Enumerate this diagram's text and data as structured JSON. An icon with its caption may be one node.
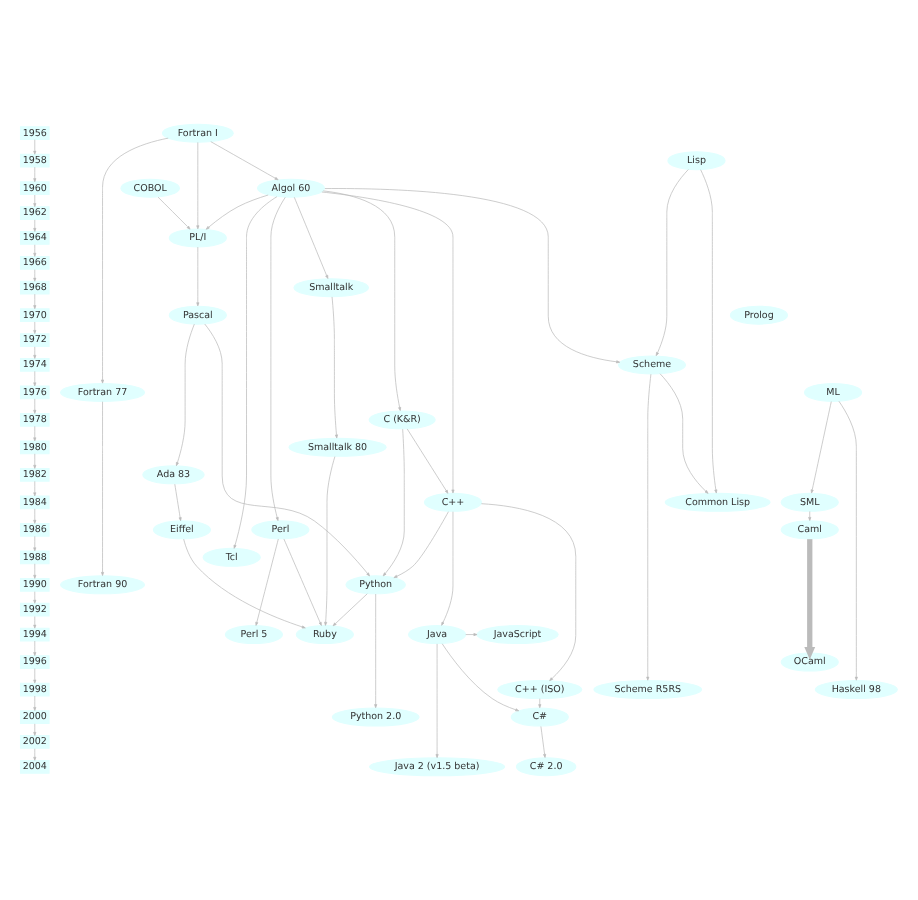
{
  "diagram": {
    "nodes": [
      {
        "text": [
          "1956"
        ]
      },
      {
        "text": [
          "1958"
        ]
      },
      {
        "text": [
          "1960"
        ]
      },
      {
        "text": [
          "1962"
        ]
      },
      {
        "text": [
          "1964"
        ]
      },
      {
        "text": [
          "1966"
        ]
      },
      {
        "text": [
          "1968"
        ]
      },
      {
        "text": [
          "1970"
        ]
      },
      {
        "text": [
          "1972"
        ]
      },
      {
        "text": [
          "1974"
        ]
      },
      {
        "text": [
          "1976"
        ]
      },
      {
        "text": [
          "1978"
        ]
      },
      {
        "text": [
          "1980"
        ]
      },
      {
        "text": [
          "1982"
        ]
      },
      {
        "text": [
          "1984"
        ]
      },
      {
        "text": [
          "1986"
        ]
      },
      {
        "text": [
          "1988"
        ]
      },
      {
        "text": [
          "1990"
        ]
      },
      {
        "text": [
          "1992"
        ]
      },
      {
        "text": [
          "1994"
        ]
      },
      {
        "text": [
          "1996"
        ]
      },
      {
        "text": [
          "1998"
        ]
      },
      {
        "text": [
          "2000"
        ]
      },
      {
        "text": [
          "2002"
        ]
      },
      {
        "text": [
          "2004"
        ]
      },
      {
        "text": [
          "Fortran I"
        ]
      },
      {
        "text": [
          "Lisp"
        ]
      },
      {
        "text": [
          "Algol 60"
        ]
      },
      {
        "text": [
          "COBOL"
        ]
      },
      {
        "text": [
          "PL/I"
        ]
      },
      {
        "text": [
          "Smalltalk"
        ]
      },
      {
        "text": [
          "Pascal"
        ]
      },
      {
        "text": [
          "Prolog"
        ]
      },
      {
        "text": [
          "Scheme"
        ]
      },
      {
        "text": [
          "Fortran 77"
        ]
      },
      {
        "text": [
          "ML"
        ]
      },
      {
        "text": [
          "C (K&R)"
        ]
      },
      {
        "text": [
          "Smalltalk 80"
        ]
      },
      {
        "text": [
          "Ada 83"
        ]
      },
      {
        "text": [
          "Common Lisp"
        ]
      },
      {
        "text": [
          "C++"
        ]
      },
      {
        "text": [
          "SML"
        ]
      },
      {
        "text": [
          "Perl"
        ]
      },
      {
        "text": [
          "Eiffel"
        ]
      },
      {
        "text": [
          "Caml"
        ]
      },
      {
        "text": [
          "Tcl"
        ]
      },
      {
        "text": [
          "Python"
        ]
      },
      {
        "text": [
          "Fortran 90"
        ]
      },
      {
        "text": [
          "Java"
        ]
      },
      {
        "text": [
          "JavaScript"
        ]
      },
      {
        "text": [
          "Perl 5"
        ]
      },
      {
        "text": [
          "Ruby"
        ]
      },
      {
        "text": [
          "OCaml"
        ]
      },
      {
        "text": [
          "Scheme R5RS"
        ]
      },
      {
        "text": [
          "C++ (ISO)"
        ]
      },
      {
        "text": [
          "Haskell 98"
        ]
      },
      {
        "text": [
          "C#"
        ]
      },
      {
        "text": [
          "Python 2.0"
        ]
      },
      {
        "text": [
          "Java 2 (v1.5 beta)"
        ]
      },
      {
        "text": [
          "C# 2.0"
        ]
      }
    ],
    "edges": [
      {
        "from": 0,
        "to": 1,
        "arrow": "to"
      },
      {
        "from": 1,
        "to": 2,
        "arrow": "to"
      },
      {
        "from": 2,
        "to": 3,
        "arrow": "to"
      },
      {
        "from": 3,
        "to": 4,
        "arrow": "to"
      },
      {
        "from": 4,
        "to": 5,
        "arrow": "to"
      },
      {
        "from": 5,
        "to": 6,
        "arrow": "to"
      },
      {
        "from": 6,
        "to": 7,
        "arrow": "to"
      },
      {
        "from": 7,
        "to": 8,
        "arrow": "to"
      },
      {
        "from": 8,
        "to": 9,
        "arrow": "to"
      },
      {
        "from": 9,
        "to": 10,
        "arrow": "to"
      },
      {
        "from": 10,
        "to": 11,
        "arrow": "to"
      },
      {
        "from": 11,
        "to": 12,
        "arrow": "to"
      },
      {
        "from": 12,
        "to": 13,
        "arrow": "to"
      },
      {
        "from": 13,
        "to": 14,
        "arrow": "to"
      },
      {
        "from": 14,
        "to": 15,
        "arrow": "to"
      },
      {
        "from": 15,
        "to": 16,
        "arrow": "to"
      },
      {
        "from": 16,
        "to": 17,
        "arrow": "to"
      },
      {
        "from": 17,
        "to": 18,
        "arrow": "to"
      },
      {
        "from": 18,
        "to": 19,
        "arrow": "to"
      },
      {
        "from": 19,
        "to": 20,
        "arrow": "to"
      },
      {
        "from": 20,
        "to": 21,
        "arrow": "to"
      },
      {
        "from": 21,
        "to": 22,
        "arrow": "to"
      },
      {
        "from": 22,
        "to": 23,
        "arrow": "to"
      },
      {
        "from": 23,
        "to": 24,
        "arrow": "to"
      },
      {
        "from": 25,
        "to": 27,
        "arrow": "to"
      },
      {
        "from": 25,
        "to": 29,
        "arrow": "to"
      },
      {
        "from": 25,
        "to": 34,
        "arrow": "to"
      },
      {
        "from": 27,
        "to": 29,
        "arrow": "to"
      },
      {
        "from": 28,
        "to": 29,
        "arrow": "to"
      },
      {
        "from": 27,
        "to": 30,
        "arrow": "to"
      },
      {
        "from": 27,
        "to": 33,
        "arrow": "to"
      },
      {
        "from": 27,
        "to": 36,
        "arrow": "to"
      },
      {
        "from": 27,
        "to": 40,
        "arrow": "to"
      },
      {
        "from": 27,
        "to": 42,
        "arrow": "to"
      },
      {
        "from": 27,
        "to": 45,
        "arrow": "to"
      },
      {
        "from": 26,
        "to": 33,
        "arrow": "to"
      },
      {
        "from": 26,
        "to": 39,
        "arrow": "to"
      },
      {
        "from": 33,
        "to": 39,
        "arrow": "to"
      },
      {
        "from": 33,
        "to": 53,
        "arrow": "to"
      },
      {
        "from": 29,
        "to": 31,
        "arrow": "to"
      },
      {
        "from": 31,
        "to": 38,
        "arrow": "to"
      },
      {
        "from": 31,
        "to": 46,
        "arrow": "to"
      },
      {
        "from": 30,
        "to": 37,
        "arrow": "to"
      },
      {
        "from": 37,
        "to": 51,
        "arrow": "to"
      },
      {
        "from": 38,
        "to": 43,
        "arrow": "to"
      },
      {
        "from": 43,
        "to": 51,
        "arrow": "to"
      },
      {
        "from": 36,
        "to": 40,
        "arrow": "to"
      },
      {
        "from": 36,
        "to": 46,
        "arrow": "to"
      },
      {
        "from": 40,
        "to": 48,
        "arrow": "to"
      },
      {
        "from": 40,
        "to": 46,
        "arrow": "to"
      },
      {
        "from": 40,
        "to": 54,
        "arrow": "to"
      },
      {
        "from": 42,
        "to": 50,
        "arrow": "to"
      },
      {
        "from": 42,
        "to": 51,
        "arrow": "to"
      },
      {
        "from": 46,
        "to": 51,
        "arrow": "to"
      },
      {
        "from": 46,
        "to": 57,
        "arrow": "to"
      },
      {
        "from": 48,
        "to": 49,
        "arrow": "to"
      },
      {
        "from": 48,
        "to": 56,
        "arrow": "to"
      },
      {
        "from": 48,
        "to": 58,
        "arrow": "to"
      },
      {
        "from": 54,
        "to": 56,
        "arrow": "to"
      },
      {
        "from": 56,
        "to": 59,
        "arrow": "to"
      },
      {
        "from": 34,
        "to": 47,
        "arrow": "to"
      },
      {
        "from": 35,
        "to": 41,
        "arrow": "to"
      },
      {
        "from": 35,
        "to": 55,
        "arrow": "to"
      },
      {
        "from": 41,
        "to": 44,
        "arrow": "to"
      },
      {
        "from": 44,
        "to": 52,
        "arrow": "to",
        "style": "thick"
      }
    ]
  }
}
